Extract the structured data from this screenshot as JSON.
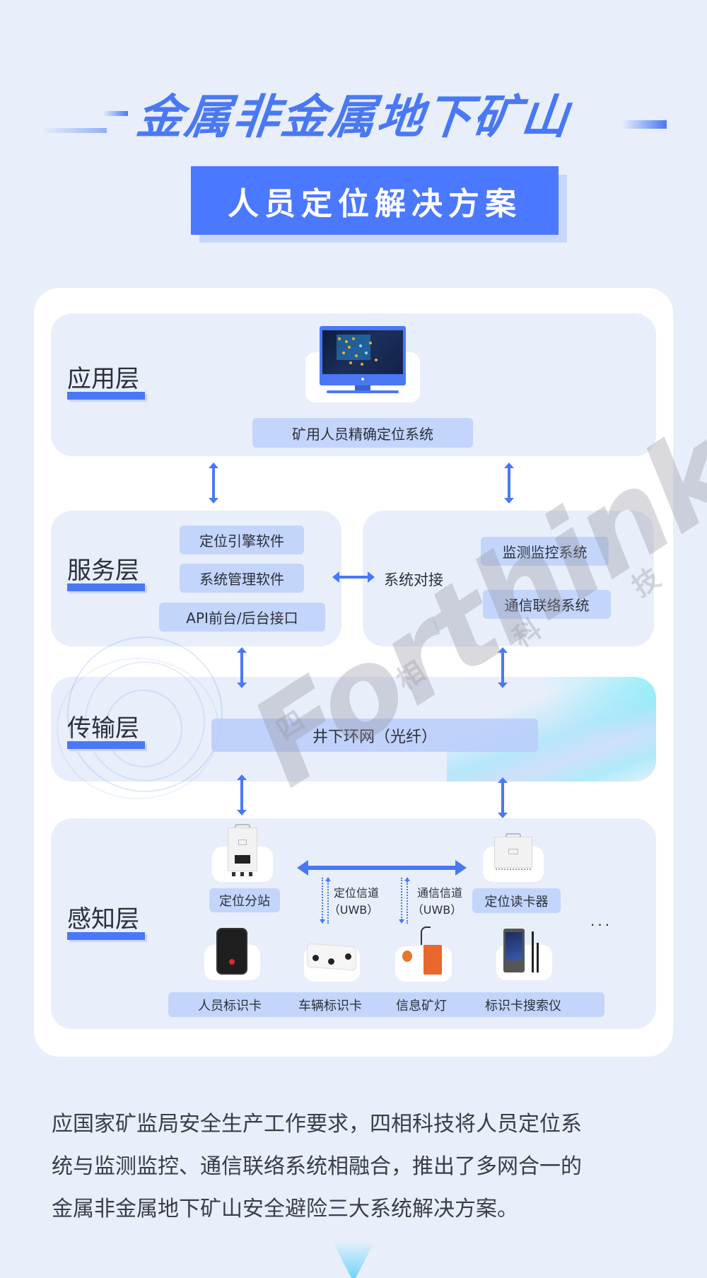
{
  "header": {
    "title": "金属非金属地下矿山",
    "subtitle": "人员定位解决方案"
  },
  "colors": {
    "accent": "#4A78F5",
    "subtitle_bg": "#4A78FF",
    "chip_bg": "#C3D5FB",
    "panel_bg": "#E8EFFA",
    "page_bg": "#E8EFFA"
  },
  "diagram": {
    "application_layer": {
      "label": "应用层",
      "icon": "monitor-dashboard-icon",
      "system": "矿用人员精确定位系统"
    },
    "service_layer": {
      "label": "服务层",
      "items": [
        "定位引擎软件",
        "系统管理软件",
        "API前台/后台接口"
      ],
      "connector_label": "系统对接",
      "external_systems": [
        "监测监控系统",
        "通信联络系统"
      ]
    },
    "transport_layer": {
      "label": "传输层",
      "network": "井下环网（光纤）"
    },
    "perception_layer": {
      "label": "感知层",
      "stations": [
        {
          "name": "定位分站",
          "icon": "positioning-substation-icon"
        },
        {
          "name": "定位读卡器",
          "icon": "card-reader-icon"
        }
      ],
      "channels": [
        {
          "name": "定位信道",
          "protocol": "（UWB）"
        },
        {
          "name": "通信信道",
          "protocol": "（UWB）"
        }
      ],
      "more": "...",
      "devices": [
        {
          "name": "人员标识卡",
          "icon": "personnel-tag-icon"
        },
        {
          "name": "车辆标识卡",
          "icon": "vehicle-tag-icon"
        },
        {
          "name": "信息矿灯",
          "icon": "miner-lamp-icon"
        },
        {
          "name": "标识卡搜索仪",
          "icon": "tag-searcher-icon"
        }
      ]
    }
  },
  "watermark": {
    "brand": "Forthink",
    "cn_chars": [
      "四",
      "相",
      "科",
      "技"
    ]
  },
  "description": {
    "lines": [
      "应国家矿监局安全生产工作要求，四相科技将人员定位系",
      "统与监测监控、通信联络系统相融合，推出了多网合一的",
      "金属非金属地下矿山安全避险三大系统解决方案。"
    ]
  }
}
